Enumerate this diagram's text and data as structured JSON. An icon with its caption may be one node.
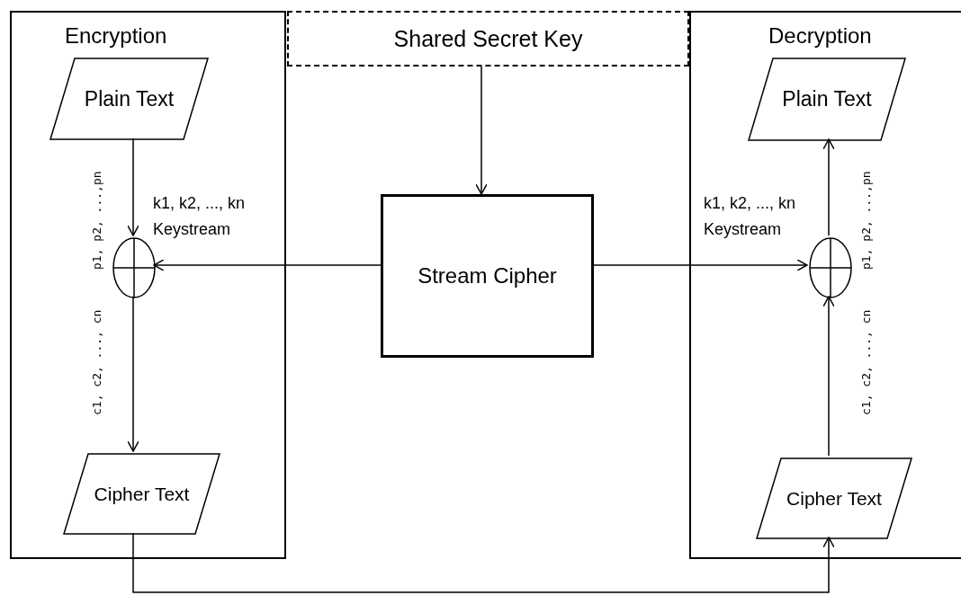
{
  "diagram": {
    "nodes": [
      {
        "text": [
          "Encryption"
        ]
      },
      {
        "text": [
          "Plain Text"
        ],
        "in": 0
      },
      {
        "text": [],
        "shape": "circle",
        "in": 0
      },
      {
        "text": [
          "Cipher Text"
        ],
        "in": 0
      },
      {
        "text": [
          "Shared Secret Key"
        ]
      },
      {
        "text": [
          "Stream Cipher"
        ]
      },
      {
        "text": [
          "Decryption"
        ]
      },
      {
        "text": [
          "Plain Text"
        ],
        "in": 6
      },
      {
        "text": [],
        "shape": "circle",
        "in": 6
      },
      {
        "text": [
          "Cipher Text"
        ],
        "in": 6
      }
    ],
    "edges": [
      {
        "from": 1,
        "to": 2,
        "arrow": "to",
        "label": "p1, p2, ...,pn"
      },
      {
        "from": 5,
        "to": 2,
        "arrow": "to",
        "label": "k1, k2, ..., kn Keystream"
      },
      {
        "from": 2,
        "to": 3,
        "arrow": "to",
        "label": "c1, c2, ..., cn"
      },
      {
        "from": 4,
        "to": 5,
        "arrow": "to"
      },
      {
        "from": 5,
        "to": 8,
        "arrow": "to",
        "label": "k1, k2, ..., kn Keystream"
      },
      {
        "from": 8,
        "to": 7,
        "arrow": "to",
        "label": "p1, p2, ...,pn"
      },
      {
        "from": 9,
        "to": 8,
        "arrow": "to",
        "label": "c1, c2, ..., cn"
      },
      {
        "from": 3,
        "to": 9,
        "arrow": "to"
      }
    ]
  }
}
